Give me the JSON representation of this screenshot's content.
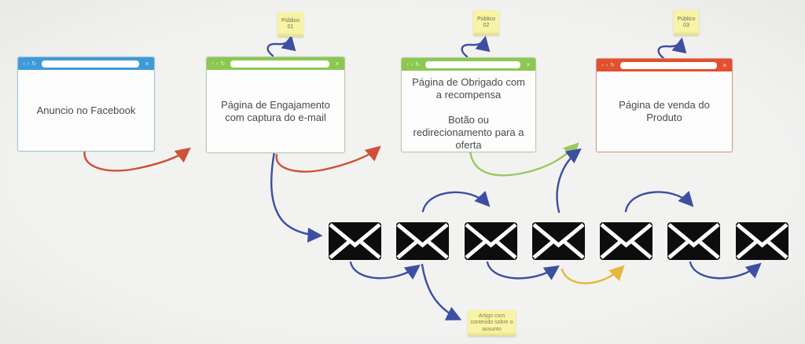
{
  "background_color": "#f1f1f0",
  "browser_chrome": {
    "back": "‹",
    "forward": "›",
    "refresh": "↻",
    "close": "×"
  },
  "windows": [
    {
      "name": "facebook-ad",
      "label": "Anuncio no Facebook",
      "titlebar_color": "#3f9bd8",
      "border_color": "#9fc6dd"
    },
    {
      "name": "engagement-page",
      "label": "Página de Engajamento com captura do e-mail",
      "titlebar_color": "#8cc851",
      "border_color": "#b5c9a8"
    },
    {
      "name": "thankyou-page",
      "label": "Página de Obrigado com a recompensa",
      "label2": "Botão ou redirecionamento para a oferta",
      "titlebar_color": "#8cc851",
      "border_color": "#b5c9a8"
    },
    {
      "name": "sales-page",
      "label": "Página de venda do Produto",
      "titlebar_color": "#e1502f",
      "border_color": "#dd9582"
    }
  ],
  "sticky_notes": [
    {
      "name": "publico-01",
      "label": "Público 01"
    },
    {
      "name": "publico-02",
      "label": "Público 02"
    },
    {
      "name": "publico-03",
      "label": "Público 03"
    },
    {
      "name": "artigo",
      "label": "Artigo com conteúdo sobre o assunto"
    }
  ],
  "email_sequence": {
    "count": 7,
    "icon": "envelope-icon",
    "color": "#0d0d0d"
  },
  "arrow_colors": {
    "blue": "#3d4fa1",
    "red": "#cf5038",
    "green": "#97c95c",
    "yellow": "#e5b93c"
  }
}
